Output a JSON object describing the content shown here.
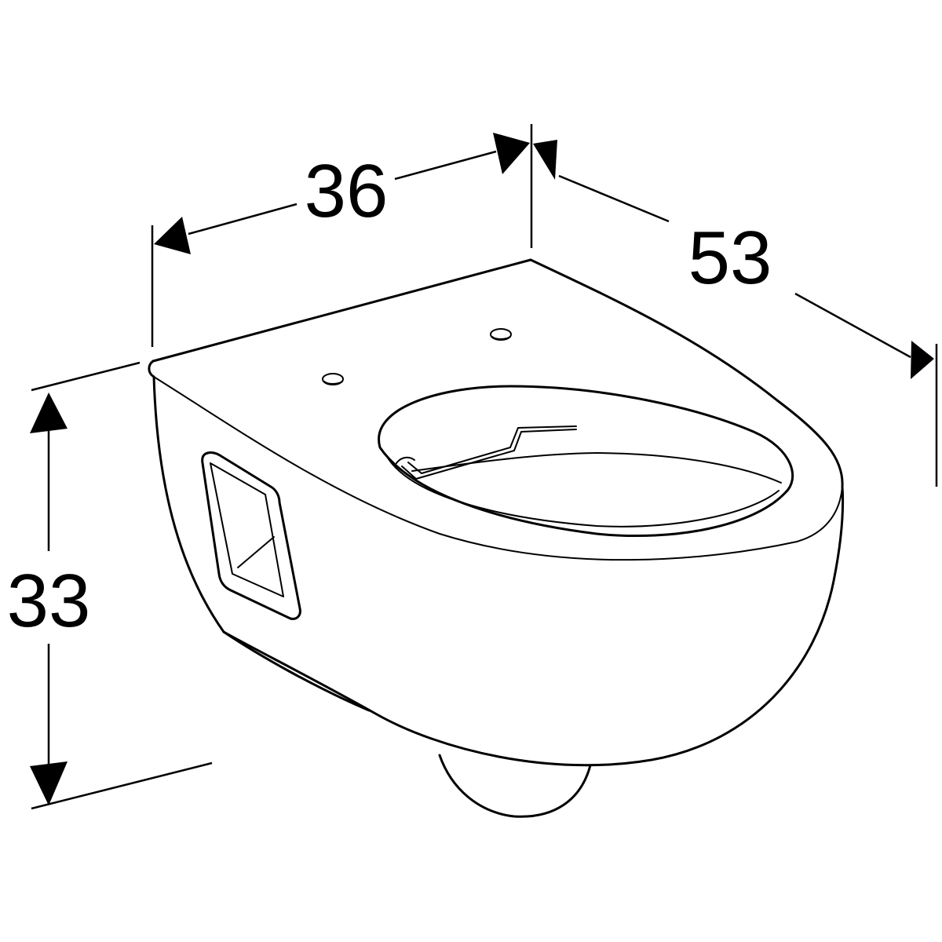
{
  "dimensions": {
    "width": "36",
    "depth": "53",
    "height": "33"
  },
  "colors": {
    "line": "#000000",
    "background": "#ffffff"
  }
}
